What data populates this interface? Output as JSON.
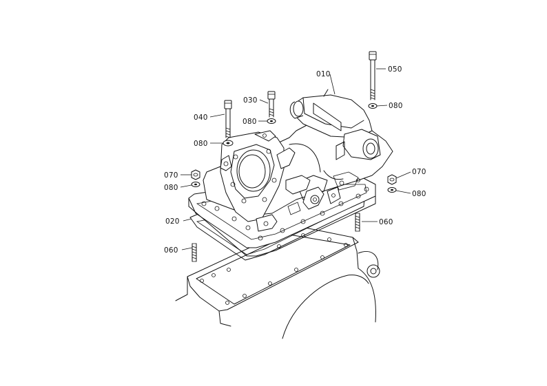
{
  "callouts": [
    {
      "id": "010",
      "text": "010"
    },
    {
      "id": "020",
      "text": "020"
    },
    {
      "id": "030",
      "text": "030"
    },
    {
      "id": "040",
      "text": "040"
    },
    {
      "id": "050",
      "text": "050"
    },
    {
      "id": "060a",
      "text": "060"
    },
    {
      "id": "060b",
      "text": "060"
    },
    {
      "id": "070a",
      "text": "070"
    },
    {
      "id": "070b",
      "text": "070"
    },
    {
      "id": "080a",
      "text": "080"
    },
    {
      "id": "080b",
      "text": "080"
    },
    {
      "id": "080c",
      "text": "080"
    },
    {
      "id": "080d",
      "text": "080"
    },
    {
      "id": "080e",
      "text": "080"
    }
  ]
}
